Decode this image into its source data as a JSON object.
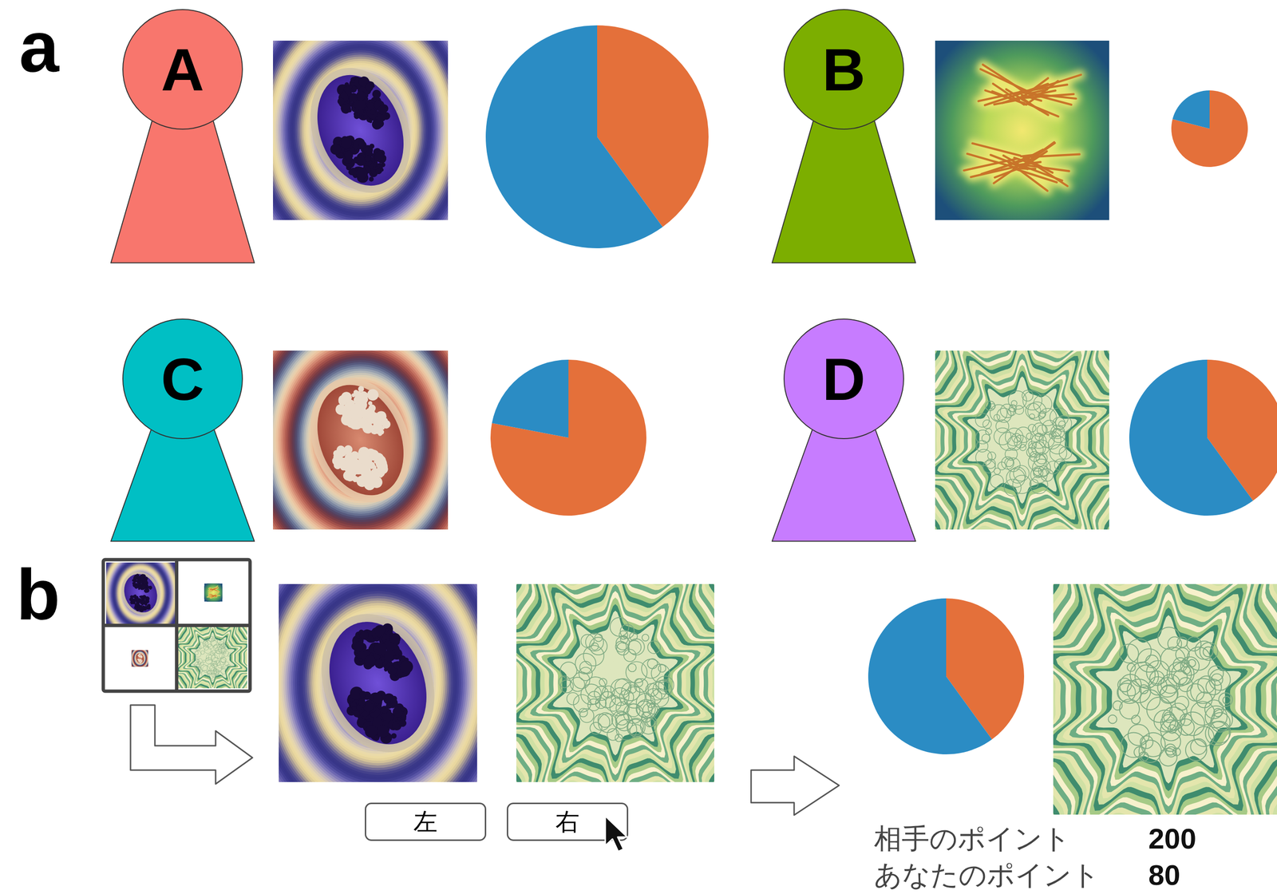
{
  "diagram": {
    "nodes": [
      {
        "text": [
          "A"
        ]
      },
      {
        "text": [
          "B"
        ]
      },
      {
        "text": [
          "C"
        ]
      },
      {
        "text": [
          "D"
        ]
      },
      {
        "text": [
          "左"
        ]
      },
      {
        "text": [
          "右"
        ]
      }
    ],
    "labels": [
      "a",
      "b",
      "相手のポイント",
      "200",
      "あなたのポイント",
      "80"
    ]
  }
}
